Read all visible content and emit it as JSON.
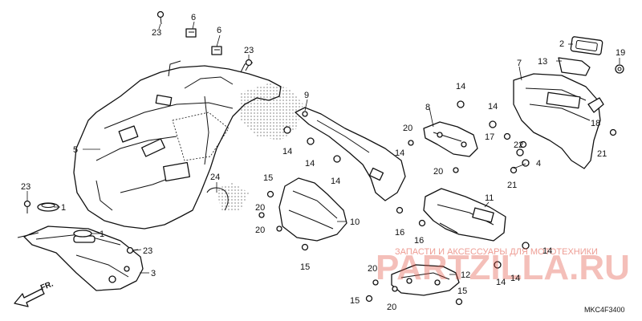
{
  "diagram": {
    "code": "MKC4F3400",
    "direction_label": "FR.",
    "callouts": {
      "c23a": "23",
      "c6a": "6",
      "c6b": "6",
      "c23b": "23",
      "c5": "5",
      "c24": "24",
      "c23c": "23",
      "c1": "1",
      "c23d": "23",
      "c3": "3",
      "c9": "9",
      "c14a": "14",
      "c14b": "14",
      "c14c": "14",
      "c15a": "15",
      "c20a": "20",
      "c10": "10",
      "c15b": "15",
      "c8": "8",
      "c14d": "14",
      "c20b": "20",
      "c14e": "14",
      "c20c": "20",
      "c16a": "16",
      "c16b": "16",
      "c20d": "20",
      "c13": "13",
      "c2": "2",
      "c7": "7",
      "c19": "19",
      "c14f": "14",
      "c17": "17",
      "c22": "22",
      "c18": "18",
      "c4": "4",
      "c21a": "21",
      "c21b": "21",
      "c11": "11",
      "c14g": "14",
      "c14h": "14",
      "c12": "12",
      "c20e": "20",
      "c15c": "15",
      "c20f": "20",
      "c15d": "15"
    }
  },
  "watermark": {
    "text": "ЗАПАСТИ И АКСЕССУАРЫ ДЛЯ МОТОТЕХНИКИ",
    "logo": "PARTZILLA.RU"
  }
}
